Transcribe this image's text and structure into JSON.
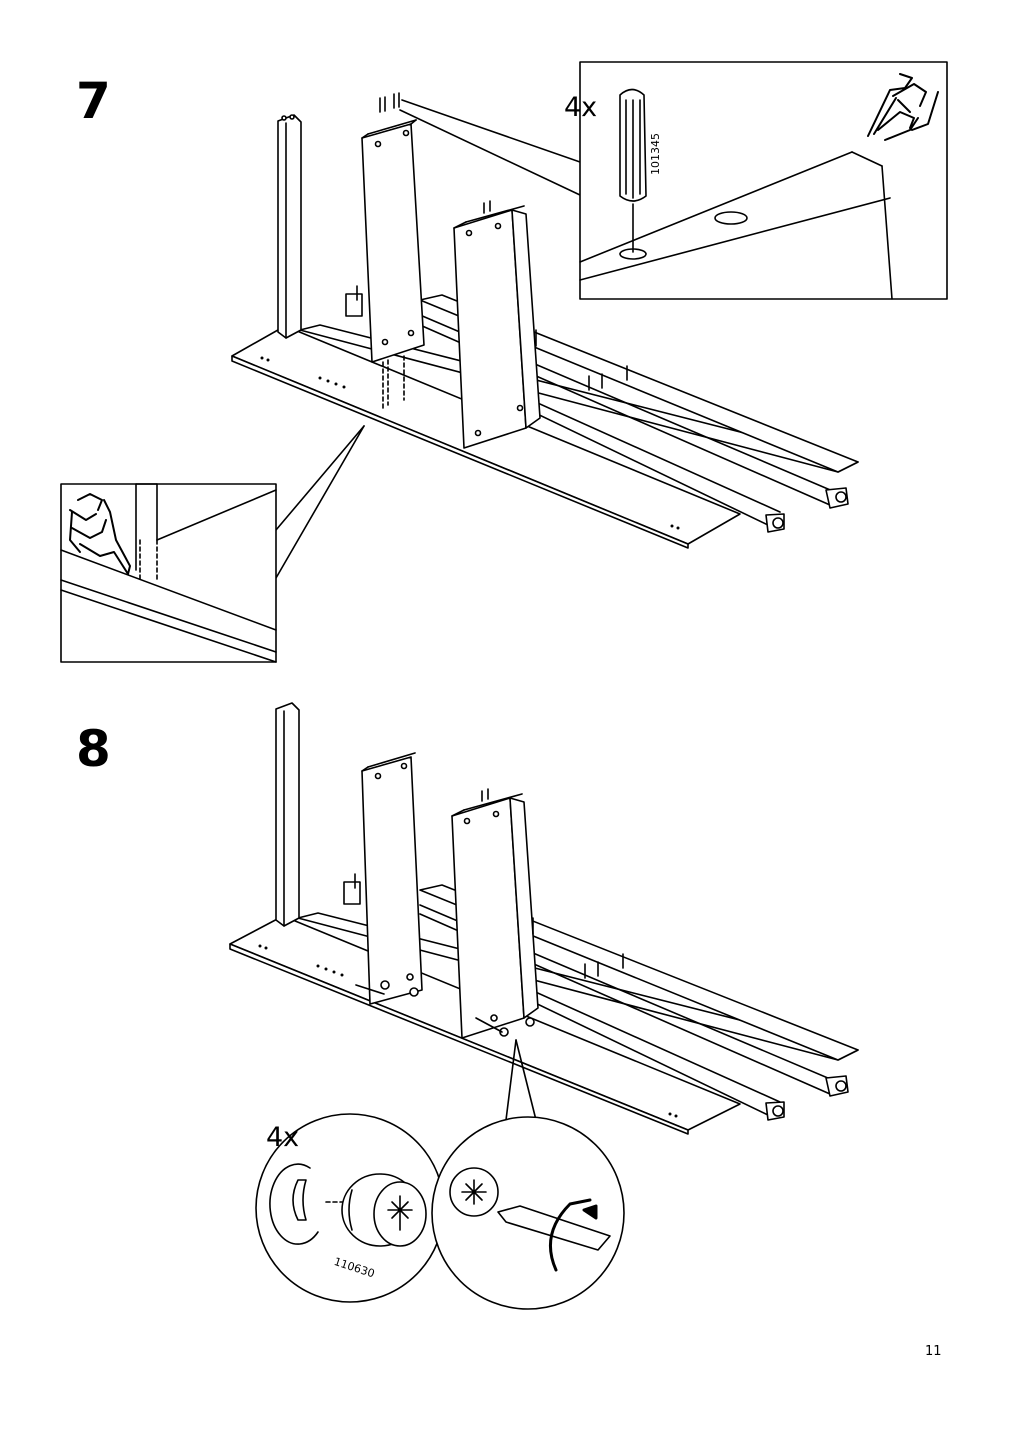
{
  "steps": [
    {
      "number": "7",
      "quantity": "4x",
      "part_number": "101345"
    },
    {
      "number": "8",
      "quantity": "4x",
      "part_number": "110630"
    }
  ],
  "page_number": "11",
  "icons": [
    "hand-pressing-icon",
    "hand-pointing-icon",
    "dowel-icon",
    "cam-lock-icon",
    "screwdriver-icon",
    "rotate-arrow-icon"
  ],
  "colors": {
    "line": "#000000",
    "background": "#ffffff"
  }
}
